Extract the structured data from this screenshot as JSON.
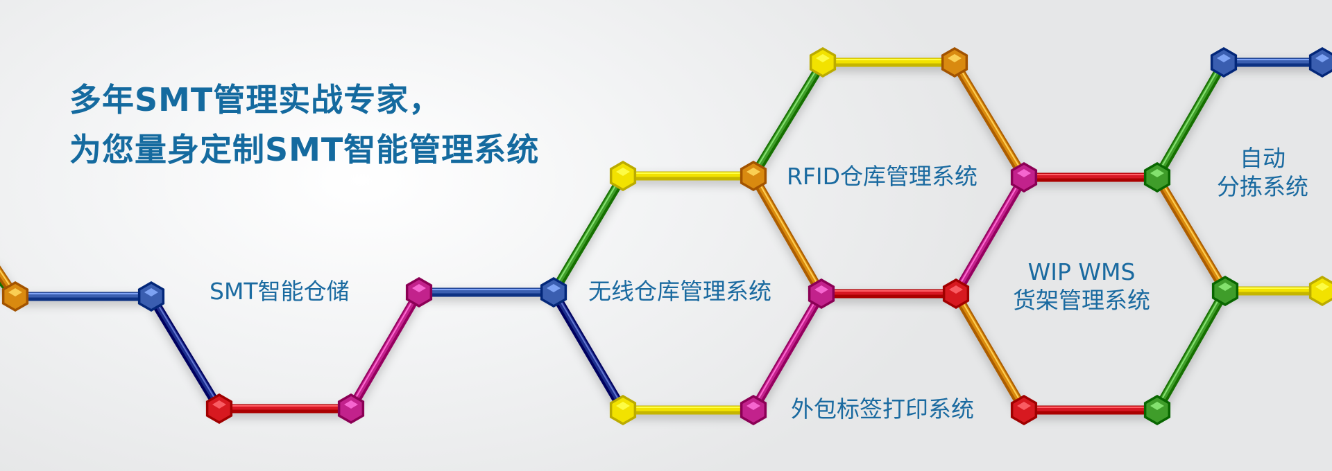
{
  "headline": {
    "line1": "多年SMT管理实战专家，",
    "line2": "为您量身定制SMT智能管理系统"
  },
  "labels": {
    "smt_storage": "SMT智能仓储",
    "wireless_wms": "无线仓库管理系统",
    "rfid_wms": "RFID仓库管理系统",
    "outer_label_print": "外包标签打印系统",
    "wip_wms_line1": "WIP WMS",
    "wip_wms_line2": "货架管理系统",
    "auto_sort_line1": "自动",
    "auto_sort_line2": "分拣系统"
  },
  "colors": {
    "headline": "#146a9f",
    "label": "#1a6aa0",
    "blue": "#3a5eb0",
    "navy": "#1e2f8c",
    "red": "#d71920",
    "magenta": "#c2228c",
    "green": "#3f9d2a",
    "yellow": "#f2e200",
    "orange": "#d98a10"
  }
}
